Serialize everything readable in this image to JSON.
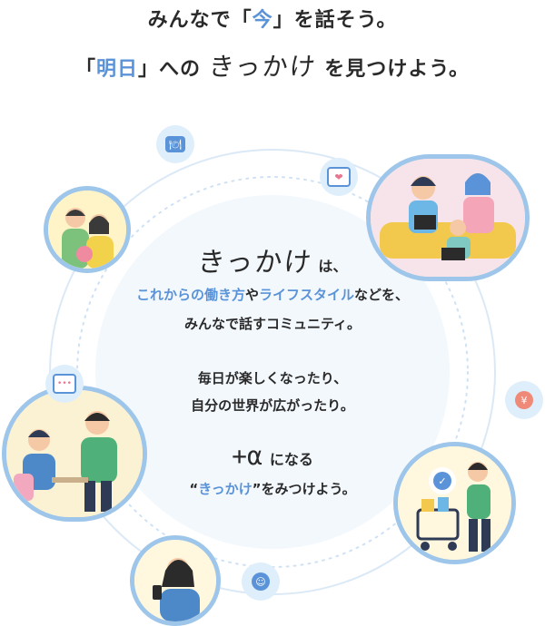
{
  "headline": {
    "line1_pre": "みんなで「",
    "line1_accent": "今",
    "line1_post": "」を話そう。",
    "line2_pre": "「",
    "line2_accent": "明日",
    "line2_mid": "」への",
    "line2_script": "きっかけ",
    "line2_post": "を見つけよう。"
  },
  "center": {
    "kikkake_script": "きっかけ",
    "kikkake_suffix": "は、",
    "desc_line1_accent_a": "これからの働き方",
    "desc_line1_mid": "や",
    "desc_line1_accent_b": "ライフスタイル",
    "desc_line1_end": "などを、",
    "desc_line2": "みんなで話すコミュニティ。",
    "desc_line3": "毎日が楽しくなったり、",
    "desc_line4": "自分の世界が広がったり。",
    "alpha_script": "+α",
    "alpha_suffix": "になる",
    "closing_open": "“",
    "closing_accent": "きっかけ",
    "closing_close": "”をみつけよう。"
  },
  "icons": {
    "restaurant": "restaurant-icon",
    "heart_mail": "heart-mail-icon",
    "chat": "chat-icon",
    "yen": "yen-icon",
    "smile": "smile-icon",
    "check": "check-icon"
  },
  "colors": {
    "accent": "#5b93d8",
    "ring": "#cfe2f5",
    "photo_border": "#9ec6ea",
    "center_fill": "#eef5fc"
  }
}
